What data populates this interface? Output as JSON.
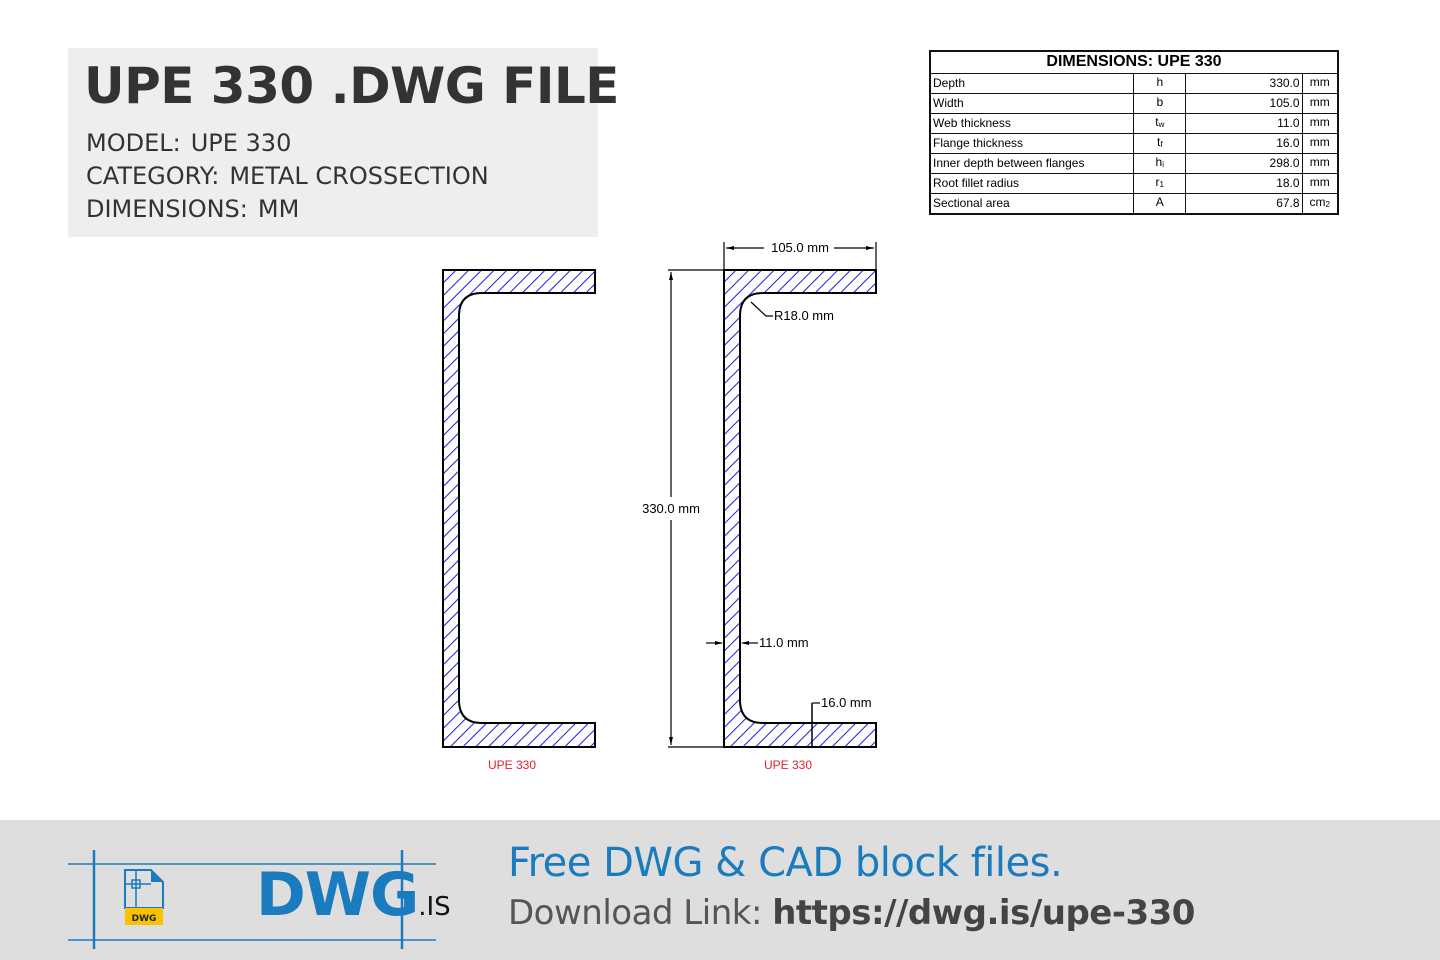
{
  "header": {
    "title": "UPE 330 .DWG FILE",
    "model_label": "MODEL:",
    "model_value": "UPE 330",
    "category_label": "CATEGORY:",
    "category_value": "METAL CROSSECTION",
    "dimensions_label": "DIMENSIONS:",
    "dimensions_value": "MM"
  },
  "table": {
    "title": "DIMENSIONS: UPE 330",
    "rows": [
      {
        "label": "Depth",
        "symbol": "h",
        "symbol_sub": "",
        "value": "330.0",
        "unit": "mm",
        "unit_sub": ""
      },
      {
        "label": "Width",
        "symbol": "b",
        "symbol_sub": "",
        "value": "105.0",
        "unit": "mm",
        "unit_sub": ""
      },
      {
        "label": "Web thickness",
        "symbol": "t",
        "symbol_sub": "w",
        "value": "11.0",
        "unit": "mm",
        "unit_sub": ""
      },
      {
        "label": "Flange thickness",
        "symbol": "t",
        "symbol_sub": "f",
        "value": "16.0",
        "unit": "mm",
        "unit_sub": ""
      },
      {
        "label": "Inner depth between flanges",
        "symbol": "h",
        "symbol_sub": "i",
        "value": "298.0",
        "unit": "mm",
        "unit_sub": ""
      },
      {
        "label": "Root fillet radius",
        "symbol": "r",
        "symbol_sub": "1",
        "value": "18.0",
        "unit": "mm",
        "unit_sub": ""
      },
      {
        "label": "Sectional area",
        "symbol": "A",
        "symbol_sub": "",
        "value": "67.8",
        "unit": "cm",
        "unit_sub": "2"
      }
    ]
  },
  "drawing": {
    "left_label": "UPE 330",
    "right_label": "UPE 330",
    "dim_width": "105.0 mm",
    "dim_radius": "R18.0 mm",
    "dim_depth": "330.0 mm",
    "dim_web": "11.0 mm",
    "dim_flange": "16.0 mm",
    "colors": {
      "hatch": "#0000ee",
      "outline": "#000000",
      "label": "#e8202a"
    }
  },
  "footer": {
    "logo_icon_label": "DWG",
    "logo_main": "DWG",
    "logo_suffix": ".IS",
    "tagline": "Free DWG & CAD block files.",
    "download_label": "Download Link: ",
    "download_url": "https://dwg.is/upe-330",
    "colors": {
      "brand_blue": "#1a7bbf",
      "badge_yellow": "#f7c200",
      "background": "#dedede"
    }
  }
}
